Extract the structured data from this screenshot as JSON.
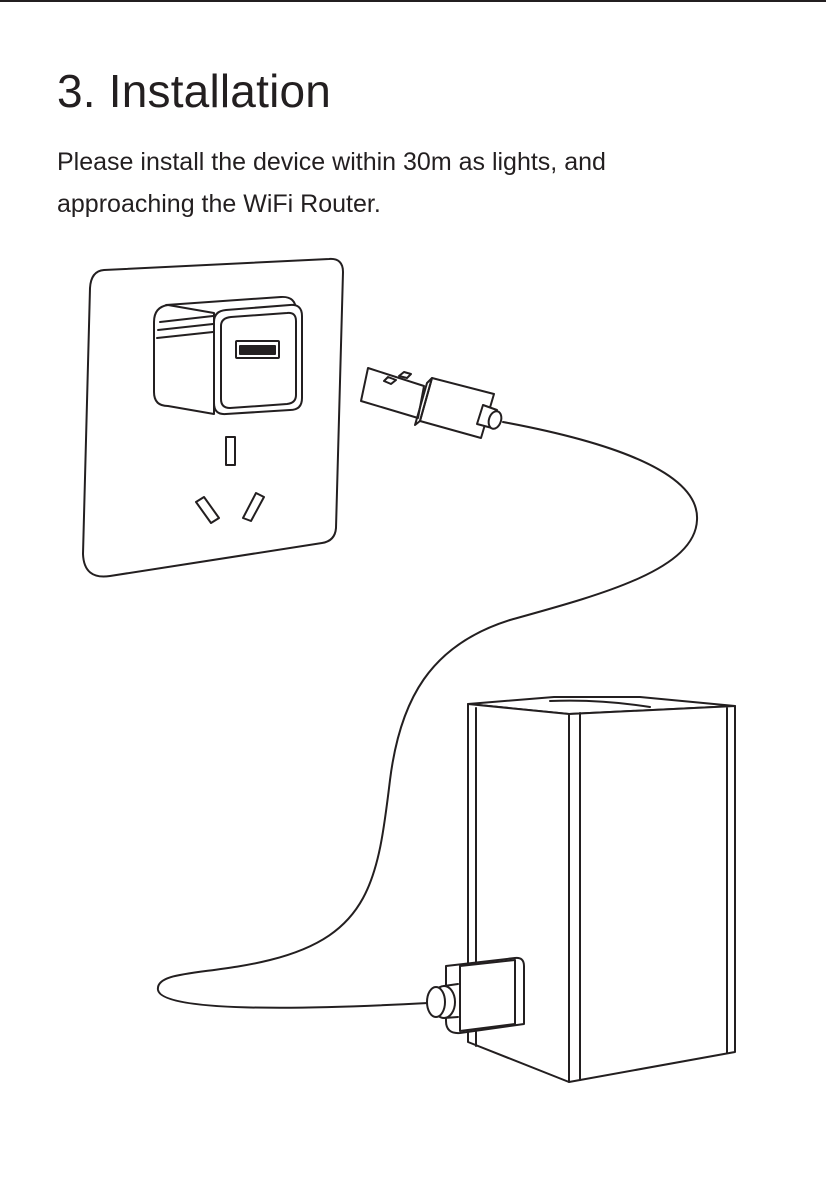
{
  "section": {
    "title": "3. Installation",
    "lines": [
      "Please install the device within 30m as lights, and",
      "approaching the WiFi Router."
    ]
  },
  "illustration": {
    "stroke_color": "#231f20",
    "fill_color": "#ffffff",
    "icons": [
      "wall-socket-icon",
      "usb-power-adapter-icon",
      "usb-plug-icon",
      "usb-cable-icon",
      "device-box-icon"
    ]
  }
}
